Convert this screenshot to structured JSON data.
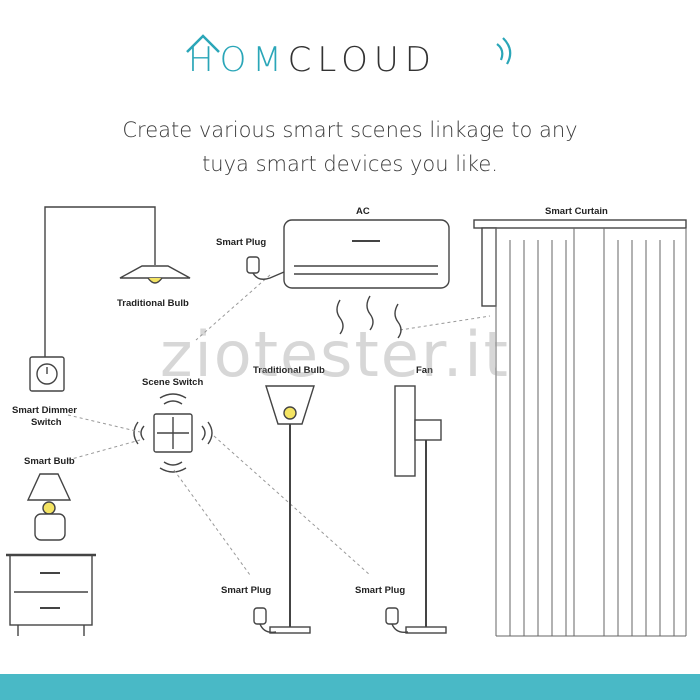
{
  "brand": {
    "name_part1": "HOM",
    "name_part2": "CLOUD",
    "accent_color": "#2aa6b8",
    "dark_color": "#333333"
  },
  "tagline": {
    "line1": "Create various smart scenes linkage to any",
    "line2": "tuya smart devices you like."
  },
  "devices": {
    "ac": "AC",
    "smart_curtain": "Smart Curtain",
    "smart_plug_ac": "Smart Plug",
    "traditional_bulb_ceiling": "Traditional Bulb",
    "scene_switch": "Scene Switch",
    "traditional_bulb_floor": "Traditional Bulb",
    "fan": "Fan",
    "smart_dimmer_switch_line1": "Smart Dimmer",
    "smart_dimmer_switch_line2": "Switch",
    "smart_bulb": "Smart Bulb",
    "smart_plug_floor_lamp": "Smart Plug",
    "smart_plug_fan": "Smart Plug"
  },
  "watermark": "ziotester.it",
  "footer_color": "#49b9c6"
}
